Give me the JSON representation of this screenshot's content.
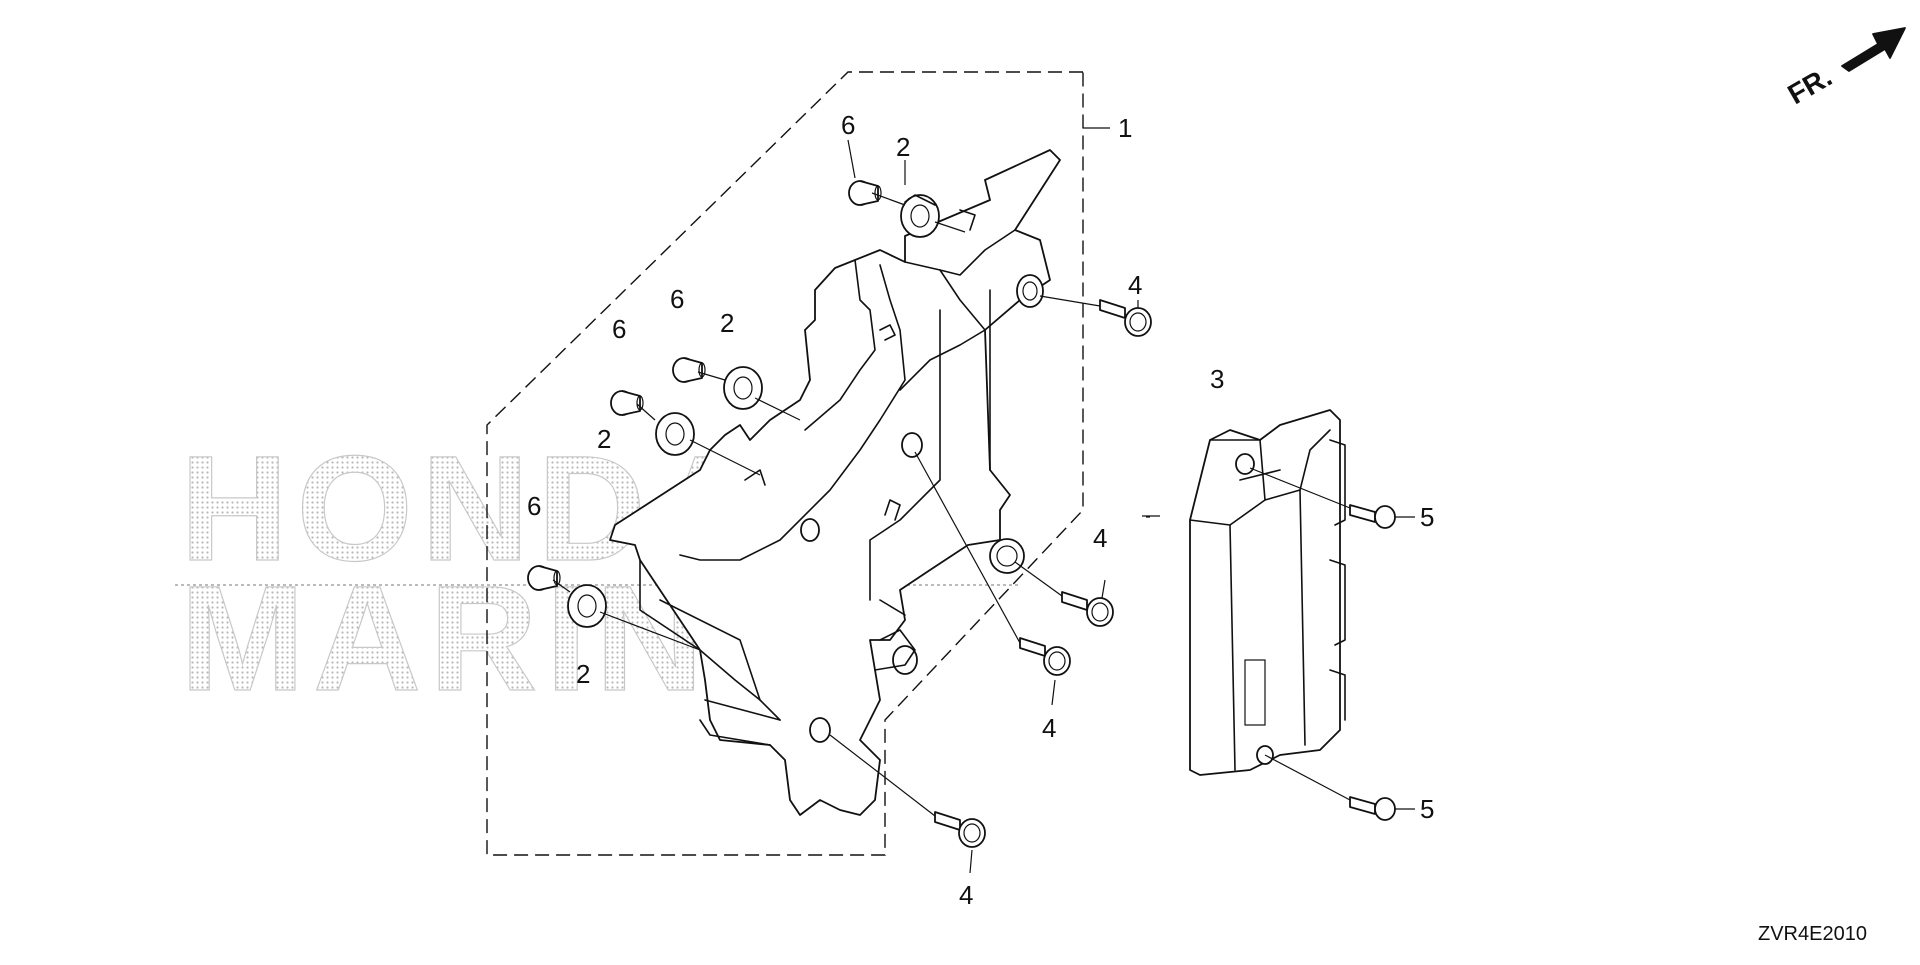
{
  "watermark": {
    "line1": "HONDA",
    "line2": "MARINE"
  },
  "direction_label": "FR.",
  "diagram_code": "ZVR4E2010",
  "callouts": [
    {
      "id": "c1",
      "label": "1"
    },
    {
      "id": "c2a",
      "label": "2"
    },
    {
      "id": "c2b",
      "label": "2"
    },
    {
      "id": "c2c",
      "label": "2"
    },
    {
      "id": "c2d",
      "label": "2"
    },
    {
      "id": "c3",
      "label": "3"
    },
    {
      "id": "c4a",
      "label": "4"
    },
    {
      "id": "c4b",
      "label": "4"
    },
    {
      "id": "c4c",
      "label": "4"
    },
    {
      "id": "c4d",
      "label": "4"
    },
    {
      "id": "c5a",
      "label": "5"
    },
    {
      "id": "c5b",
      "label": "5"
    },
    {
      "id": "c6a",
      "label": "6"
    },
    {
      "id": "c6b",
      "label": "6"
    },
    {
      "id": "c6c",
      "label": "6"
    },
    {
      "id": "c6d",
      "label": "6"
    }
  ]
}
